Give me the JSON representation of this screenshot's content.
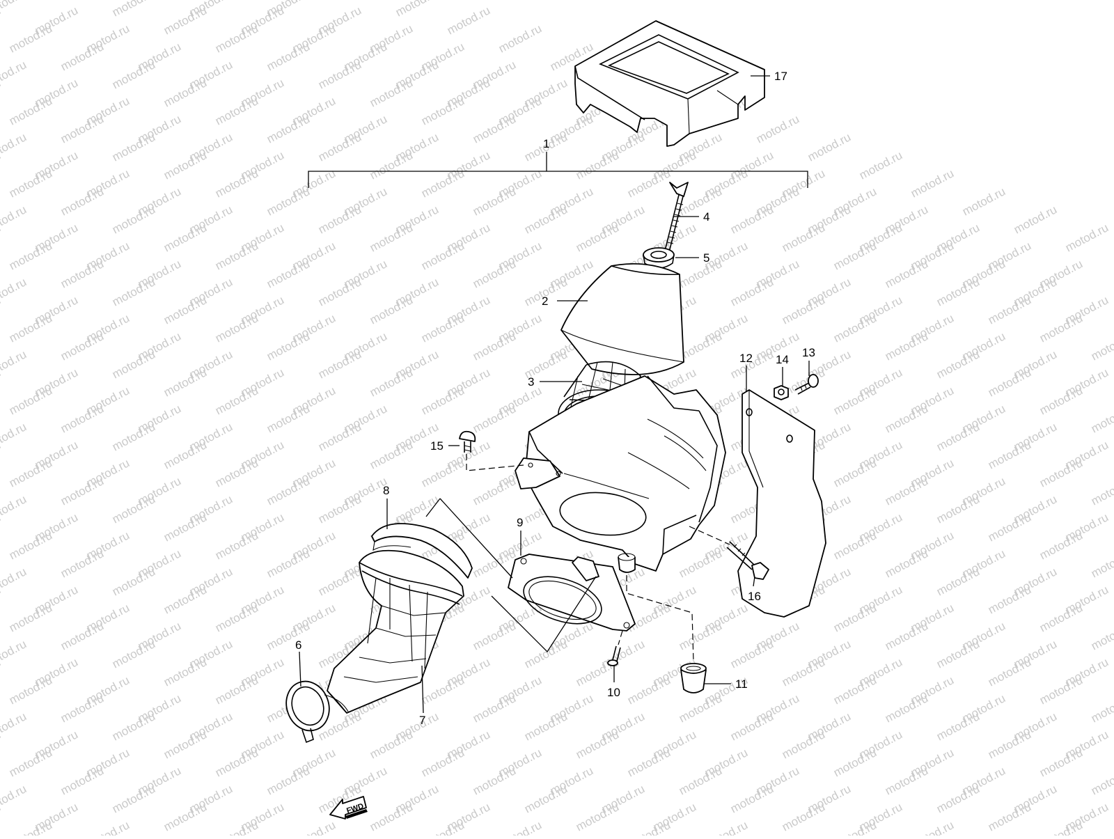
{
  "watermark": "motod.ru",
  "fwd_label": "FWD",
  "callouts": [
    {
      "id": "17",
      "label": "17"
    },
    {
      "id": "1",
      "label": "1"
    },
    {
      "id": "4",
      "label": "4"
    },
    {
      "id": "5",
      "label": "5"
    },
    {
      "id": "2",
      "label": "2"
    },
    {
      "id": "3",
      "label": "3"
    },
    {
      "id": "12",
      "label": "12"
    },
    {
      "id": "14",
      "label": "14"
    },
    {
      "id": "13",
      "label": "13"
    },
    {
      "id": "15",
      "label": "15"
    },
    {
      "id": "8",
      "label": "8"
    },
    {
      "id": "9",
      "label": "9"
    },
    {
      "id": "16",
      "label": "16"
    },
    {
      "id": "6",
      "label": "6"
    },
    {
      "id": "10",
      "label": "10"
    },
    {
      "id": "11",
      "label": "11"
    },
    {
      "id": "7",
      "label": "7"
    }
  ]
}
